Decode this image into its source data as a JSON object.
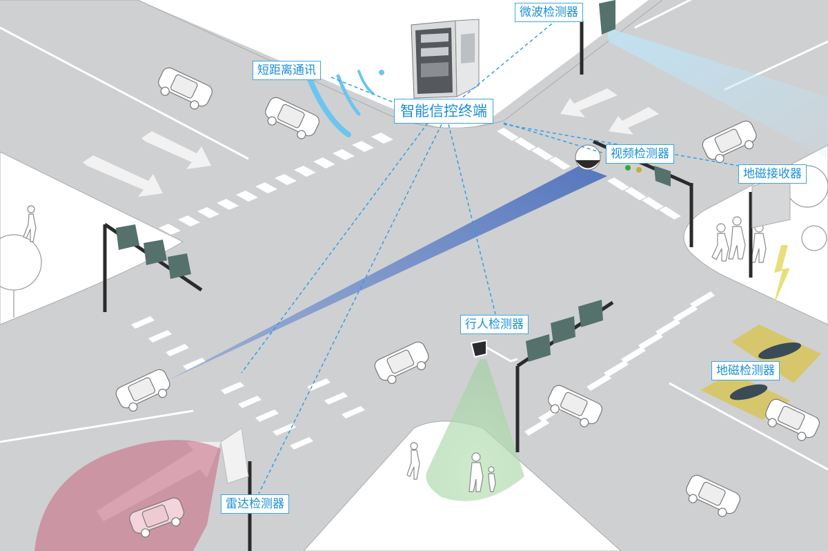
{
  "title": "智能信控终端",
  "labels": {
    "microwave": "微波检测器",
    "short_range": "短距离通讯",
    "video": "视频检测器",
    "geomag_receiver": "地磁接收器",
    "pedestrian": "行人检测器",
    "geomag_detector": "地磁检测器",
    "radar": "雷达检测器"
  },
  "colors": {
    "road": "#cfd0d2",
    "sidewalk": "#ffffff",
    "link_line": "#2aa0e6",
    "label_border": "#3aa6e0",
    "label_text": "#1a8fd6",
    "video_beam": "#5b7fc4",
    "microwave_beam": "#bfe3f5",
    "radar_zone": "#c85a75",
    "pedestrian_zone": "#a9d8a8",
    "geomag_zone": "#d9c44a",
    "signal_head": "#55716b"
  },
  "icons": [
    "controller-cabinet-icon",
    "wireless-signal-icon",
    "dome-camera-icon",
    "traffic-signal-icon",
    "car-icon",
    "pedestrian-icon",
    "tree-icon",
    "lightning-icon"
  ]
}
